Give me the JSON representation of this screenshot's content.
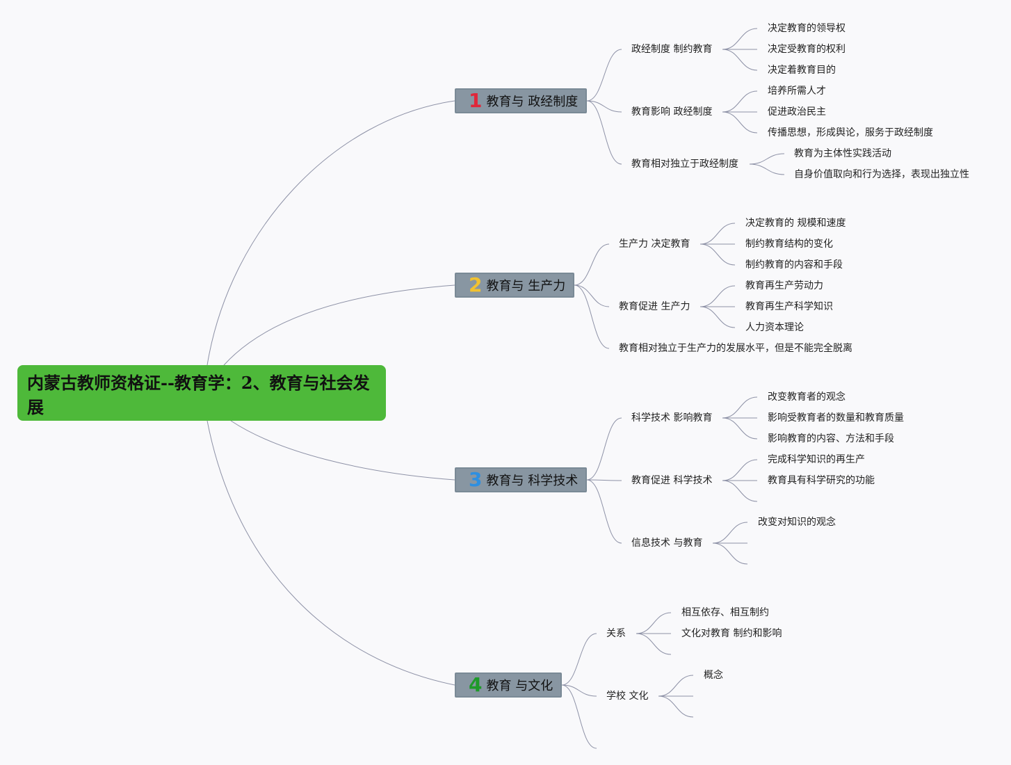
{
  "root": {
    "title": "内蒙古教师资格证--教育学：2、教育与社会发展"
  },
  "topics": [
    {
      "num": "1",
      "num_color": "#e0273a",
      "label": "教育与 政经制度",
      "subs": [
        {
          "label": "政经制度 制约教育",
          "leaves": [
            "决定教育的领导权",
            "决定受教育的权利",
            "决定着教育目的"
          ]
        },
        {
          "label": "教育影响 政经制度",
          "leaves": [
            "培养所需人才",
            "促进政治民主",
            "传播思想，形成舆论，服务于政经制度"
          ]
        },
        {
          "label": "教育相对独立于政经制度",
          "leaves": [
            "教育为主体性实践活动",
            "自身价值取向和行为选择，表现出独立性"
          ]
        }
      ]
    },
    {
      "num": "2",
      "num_color": "#f2c230",
      "label": "教育与 生产力",
      "subs": [
        {
          "label": "生产力 决定教育",
          "leaves": [
            "决定教育的 规模和速度",
            "制约教育结构的变化",
            "制约教育的内容和手段"
          ]
        },
        {
          "label": "教育促进 生产力",
          "leaves": [
            "教育再生产劳动力",
            "教育再生产科学知识",
            "人力资本理论"
          ]
        },
        {
          "label": "教育相对独立于生产力的发展水平，但是不能完全脱离",
          "leaves": []
        }
      ]
    },
    {
      "num": "3",
      "num_color": "#2e8fe0",
      "label": "教育与 科学技术",
      "subs": [
        {
          "label": "科学技术 影响教育",
          "leaves": [
            "改变教育者的观念",
            "影响受教育者的数量和教育质量",
            "影响教育的内容、方法和手段"
          ]
        },
        {
          "label": "教育促进 科学技术",
          "leaves": [
            "完成科学知识的再生产",
            "教育具有科学研究的功能",
            ""
          ]
        },
        {
          "label": "信息技术 与教育",
          "leaves": [
            "改变对知识的观念",
            "",
            ""
          ]
        }
      ]
    },
    {
      "num": "4",
      "num_color": "#1f9a2a",
      "label": "教育 与文化",
      "subs": [
        {
          "label": "关系",
          "leaves": [
            "相互依存、相互制约",
            "文化对教育 制约和影响",
            ""
          ]
        },
        {
          "label": "学校 文化",
          "leaves": [
            "概念",
            "",
            ""
          ]
        },
        {
          "label": "",
          "leaves": []
        }
      ]
    }
  ]
}
